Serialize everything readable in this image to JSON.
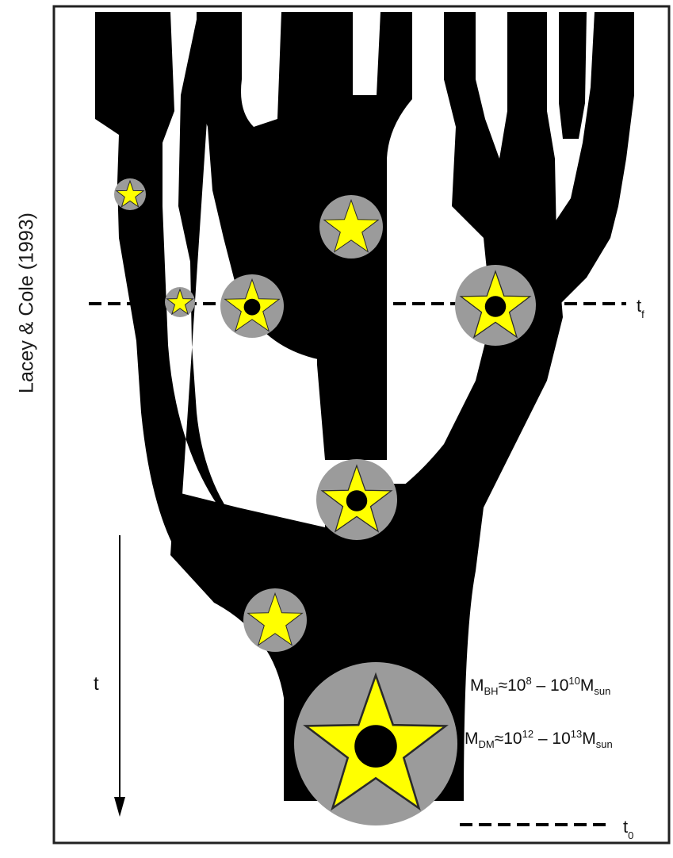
{
  "citation": "Lacey & Cole (1993)",
  "time_axis": {
    "label": "t"
  },
  "epochs": {
    "formation": "t",
    "formation_sub": "f",
    "present": "t",
    "present_sub": "0"
  },
  "annotations": {
    "bh_mass": {
      "symbol": "M",
      "sub": "BH",
      "approx": "≈10",
      "exp1": "8",
      "dash": " – 10",
      "exp2": "10",
      "unit": "M",
      "unit_sub": "sun"
    },
    "dm_mass": {
      "symbol": "M",
      "sub": "DM",
      "approx": "≈10",
      "exp1": "12",
      "dash": " – 10",
      "exp2": "13",
      "unit": "M",
      "unit_sub": "sun"
    }
  },
  "colors": {
    "tree": "#000000",
    "halo": "#9b9b9b",
    "star": "#ffff00",
    "black_hole": "#000000",
    "frame": "#222222"
  },
  "icons": {
    "galaxy_marker": "star-in-halo-icon",
    "black_hole": "black-hole-dot-icon"
  }
}
